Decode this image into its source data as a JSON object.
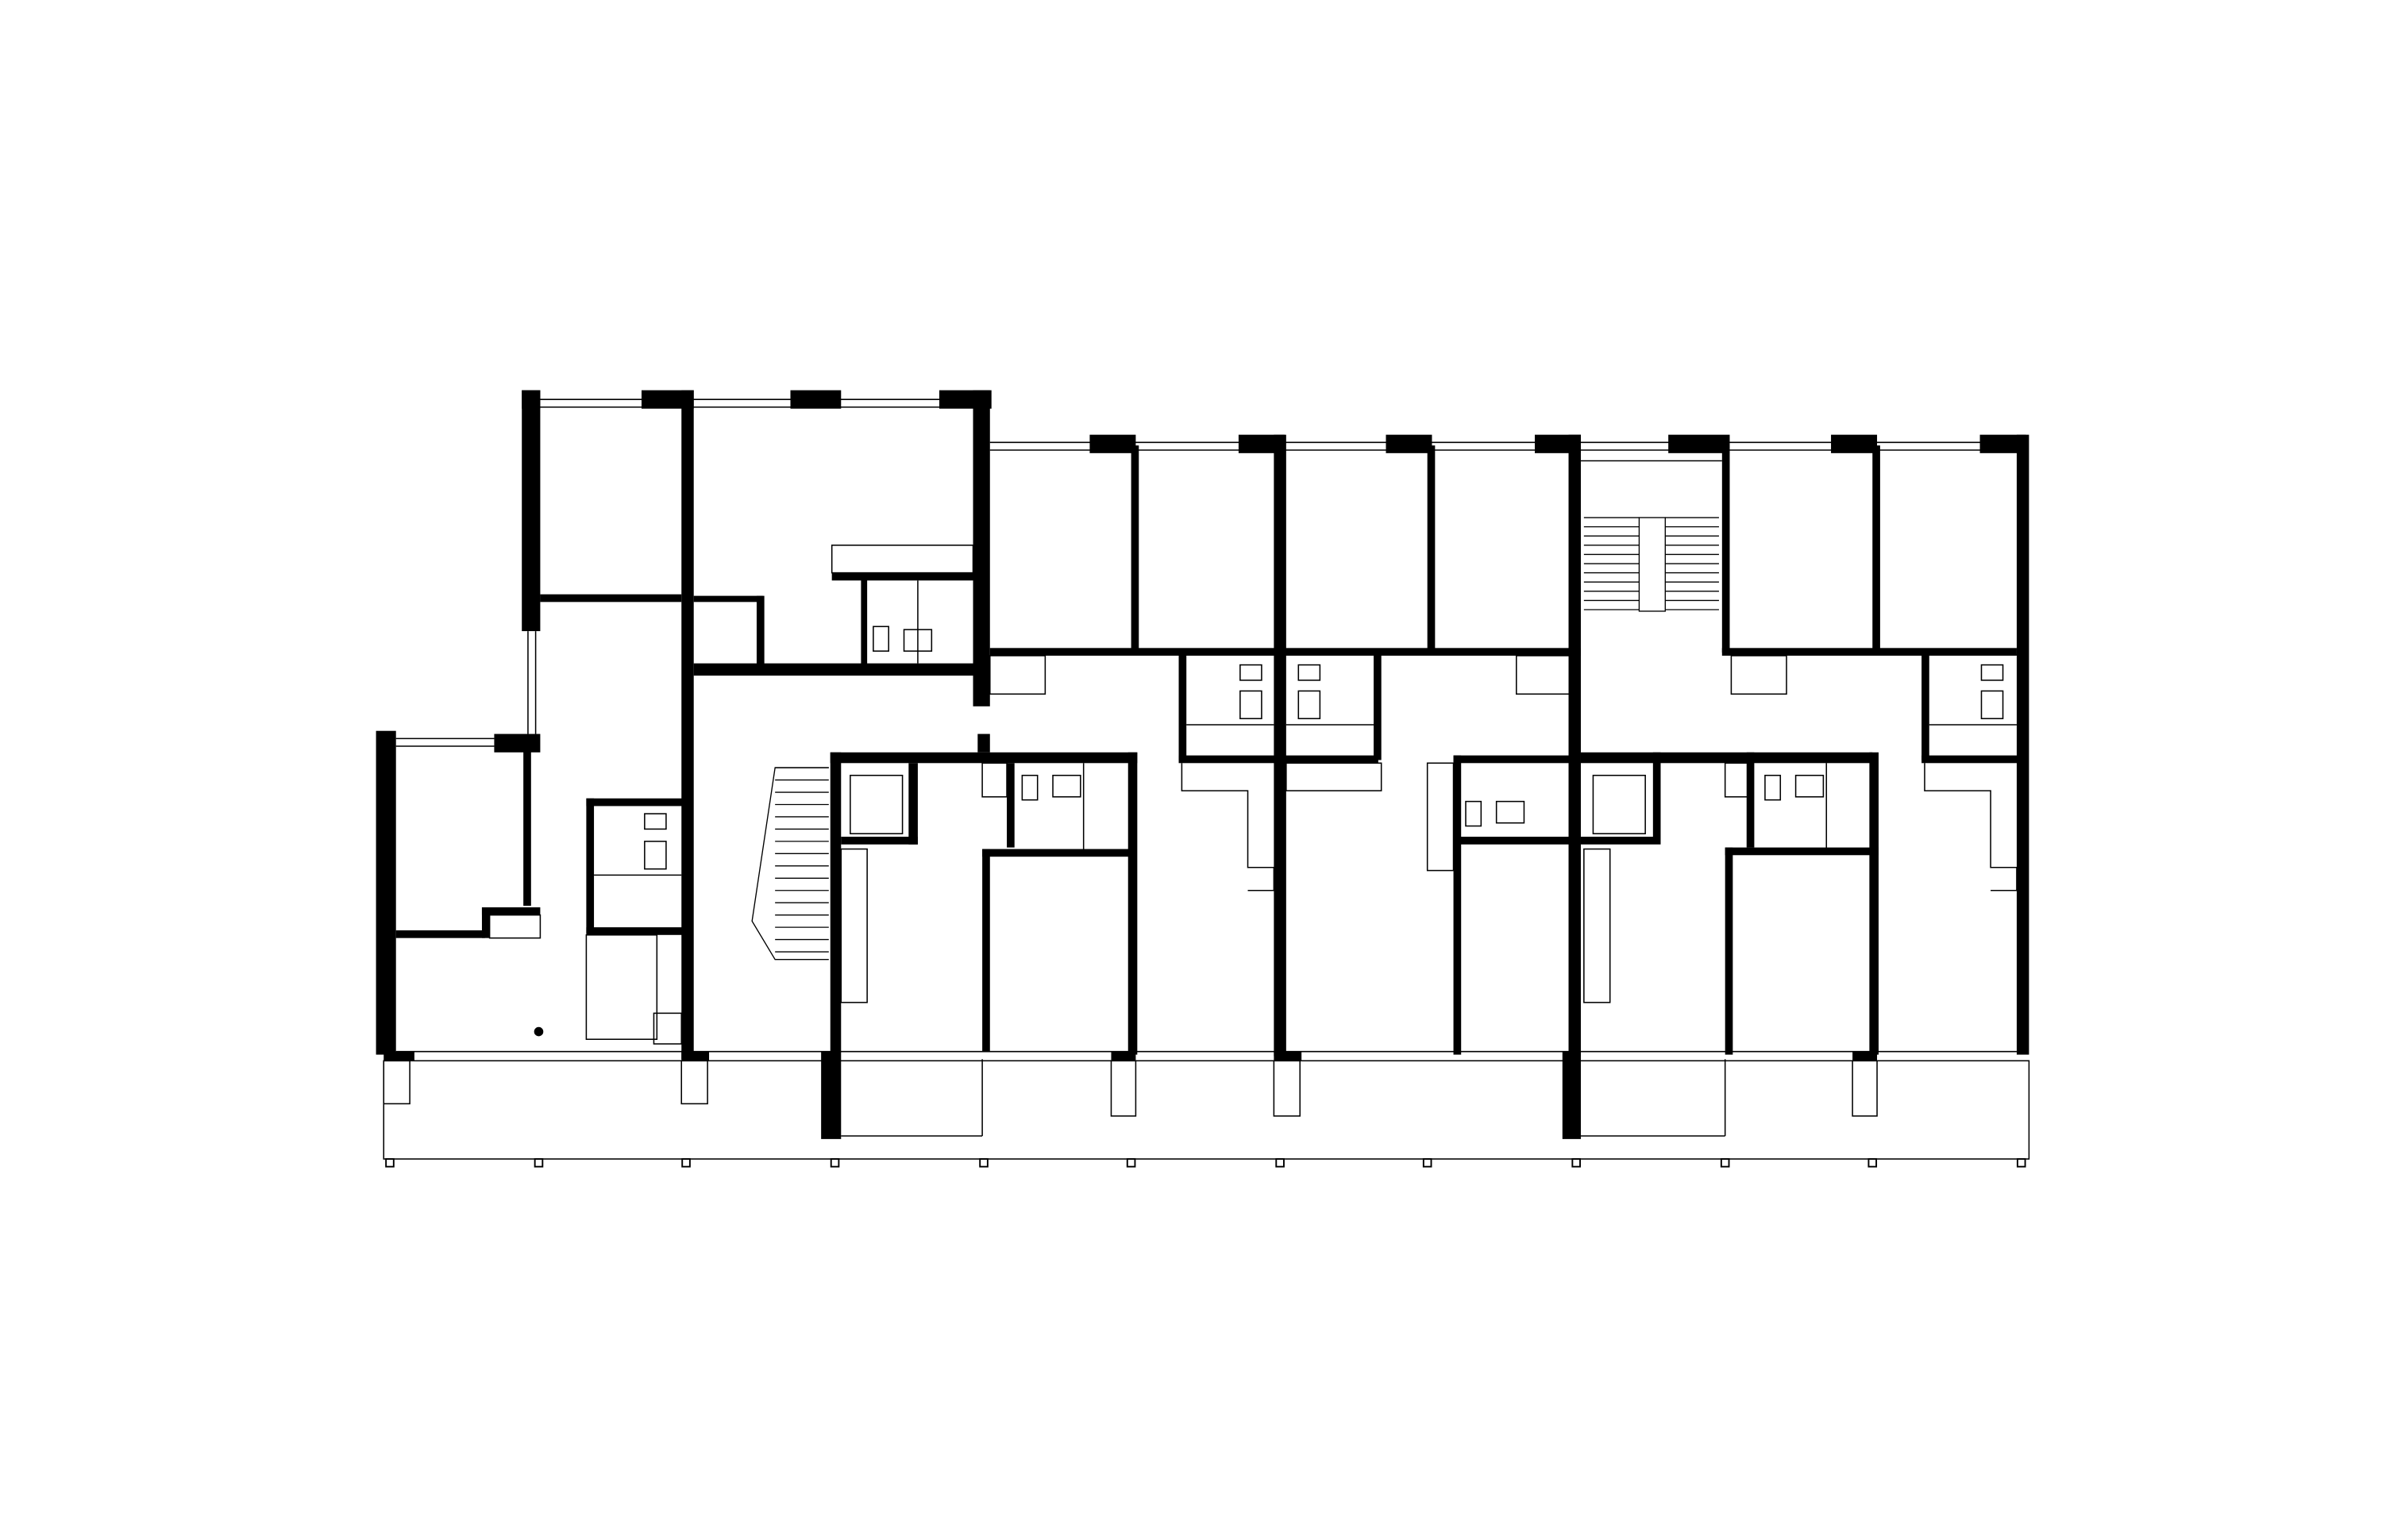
{
  "drawing": {
    "type": "architectural floor plan",
    "colors": {
      "wall": "#000000",
      "line": "#000000",
      "background": "#ffffff"
    },
    "elements": [
      "walls",
      "windows",
      "stairs",
      "balcony-overhang",
      "columns",
      "kitchen-fixtures",
      "bathroom-fixtures"
    ]
  }
}
